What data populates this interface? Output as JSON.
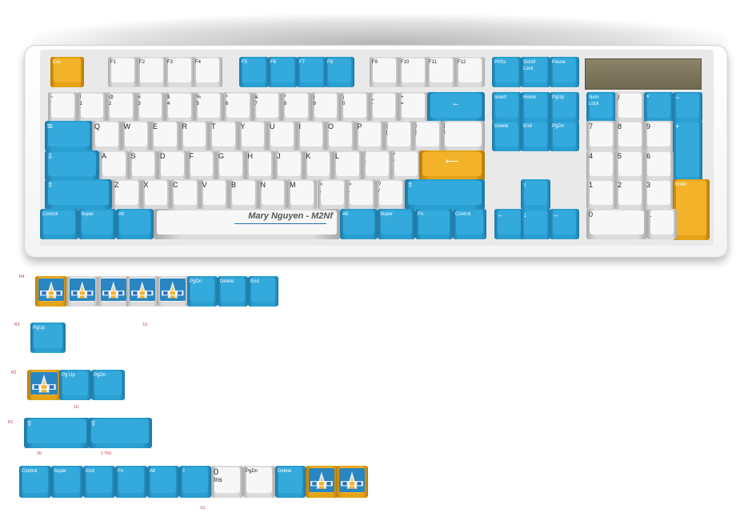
{
  "colors": {
    "blue": "#2a9fd1",
    "white": "#f7f7f7",
    "gold": "#f2b32b",
    "row_label": "#c0394a"
  },
  "spacebar_name": "Mary Nguyen - M2Nf",
  "keys": {
    "esc": "Esc",
    "f1": "F1",
    "f2": "F2",
    "f3": "F3",
    "f4": "F4",
    "f5": "F5",
    "f6": "F6",
    "f7": "F7",
    "f8": "F8",
    "f9": "F9",
    "f10": "F10",
    "f11": "F11",
    "f12": "F12",
    "prtsc": "PrtSc",
    "scroll": "Scroll\nLock",
    "pause": "Pause",
    "tilde_top": "~",
    "tilde_bot": "`",
    "n1_top": "!",
    "n1_bot": "1",
    "n2_top": "@",
    "n2_bot": "2",
    "n3_top": "#",
    "n3_bot": "3",
    "n4_top": "$",
    "n4_bot": "4",
    "n5_top": "%",
    "n5_bot": "5",
    "n6_top": "^",
    "n6_bot": "6",
    "n7_top": "&",
    "n7_bot": "7",
    "n8_top": "*",
    "n8_bot": "8",
    "n9_top": "(",
    "n9_bot": "9",
    "n0_top": ")",
    "n0_bot": "0",
    "minus_top": "_",
    "minus_bot": "-",
    "eq_top": "+",
    "eq_bot": "=",
    "backspace": "←",
    "insert": "Insert",
    "home": "Home",
    "pgup": "PgUp",
    "numlock": "Num\nLock",
    "np_div": "/",
    "np_mul": "*",
    "np_minus": "−",
    "tab": "⭾",
    "q": "Q",
    "w": "W",
    "e": "E",
    "r": "R",
    "t": "T",
    "y": "Y",
    "u": "U",
    "i": "I",
    "o": "O",
    "p": "P",
    "lbr_top": "{",
    "lbr_bot": "[",
    "rbr_top": "}",
    "rbr_bot": "]",
    "bsl_top": "|",
    "bsl_bot": "\\",
    "delete": "Delete",
    "end": "End",
    "pgdn": "PgDn",
    "np7": "7",
    "np8": "8",
    "np9": "9",
    "np_plus": "+",
    "caps": "⇩",
    "a": "A",
    "s": "S",
    "d": "D",
    "f": "F",
    "g": "G",
    "h": "H",
    "j": "J",
    "k": "K",
    "l": "L",
    "semi_top": ":",
    "semi_bot": ";",
    "quote_top": "\"",
    "quote_bot": "'",
    "enter": "⟵",
    "np4": "4",
    "np5": "5",
    "np6": "6",
    "lshift": "⇧",
    "z": "Z",
    "x": "X",
    "c": "C",
    "v": "V",
    "b": "B",
    "n": "N",
    "m": "M",
    "comma_top": "<",
    "comma_bot": ",",
    "dot_top": ">",
    "dot_bot": ".",
    "slash_top": "?",
    "slash_bot": "/",
    "rshift": "⇧",
    "up": "↑",
    "np1": "1",
    "np2": "2",
    "np3": "3",
    "np_enter": "Enter",
    "lctrl": "Control",
    "lsuper": "Super",
    "lalt": "Alt",
    "ralt": "Alt",
    "rsuper": "Super",
    "fn": "Fn",
    "rctrl": "Control",
    "left": "←",
    "down": "↓",
    "right": "→",
    "np0": "0",
    "np_dot": "."
  },
  "extras": {
    "row_r4": "R4",
    "row_r3": "R3",
    "row_r2": "R2",
    "row_r1": "R1",
    "r4_pgdn": "PgDn",
    "r4_delete": "Delete",
    "r4_end": "End",
    "r3_pgup": "PgUp",
    "r3_size": "1U",
    "r2_pgup": "Pg Up",
    "r2_pgdn": "PgDn",
    "r2_size": "1U",
    "r1_shift_a": "⇧",
    "r1_shift_b": "⇧",
    "r1_size_a": "2U",
    "r1_size_b": "1.75U",
    "b_control": "Control",
    "b_super": "Super",
    "b_end": "End",
    "b_fn": "Fn",
    "b_alt": "Alt",
    "b_shift": "⇧",
    "b_zero": "0",
    "b_ins": "Ins",
    "b_pgdn": "PgDn",
    "b_delete": "Delete",
    "b_size": "1U"
  }
}
